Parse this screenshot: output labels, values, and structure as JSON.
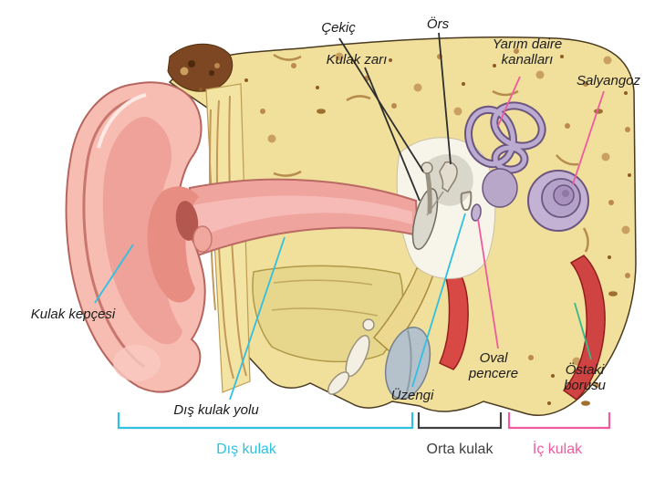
{
  "labels": {
    "cekic": "Çekiç",
    "ors": "Örs",
    "kulak_zari": "Kulak zarı",
    "yarim_daire": {
      "line1": "Yarım daire",
      "line2": "kanalları"
    },
    "salyangoz": "Salyangoz",
    "kulak_kepcesi": "Kulak kepçesi",
    "dis_kulak_yolu": "Dış kulak yolu",
    "uzengi": "Üzengi",
    "oval_pencere": {
      "line1": "Oval",
      "line2": "pencere"
    },
    "ostaki_borusu": {
      "line1": "Östaki",
      "line2": "borusu"
    }
  },
  "regions": {
    "dis_kulak": {
      "label": "Dış kulak",
      "color": "#2fc0e2"
    },
    "orta_kulak": {
      "label": "Orta kulak",
      "color": "#3f3f3f"
    },
    "ic_kulak": {
      "label": "İç kulak",
      "color": "#ef5b9d"
    }
  },
  "colors": {
    "leader_dark": "#2e2e2e",
    "leader_cyan": "#2fc0e2",
    "leader_pink": "#ef5b9d",
    "leader_green": "#35b98a"
  }
}
